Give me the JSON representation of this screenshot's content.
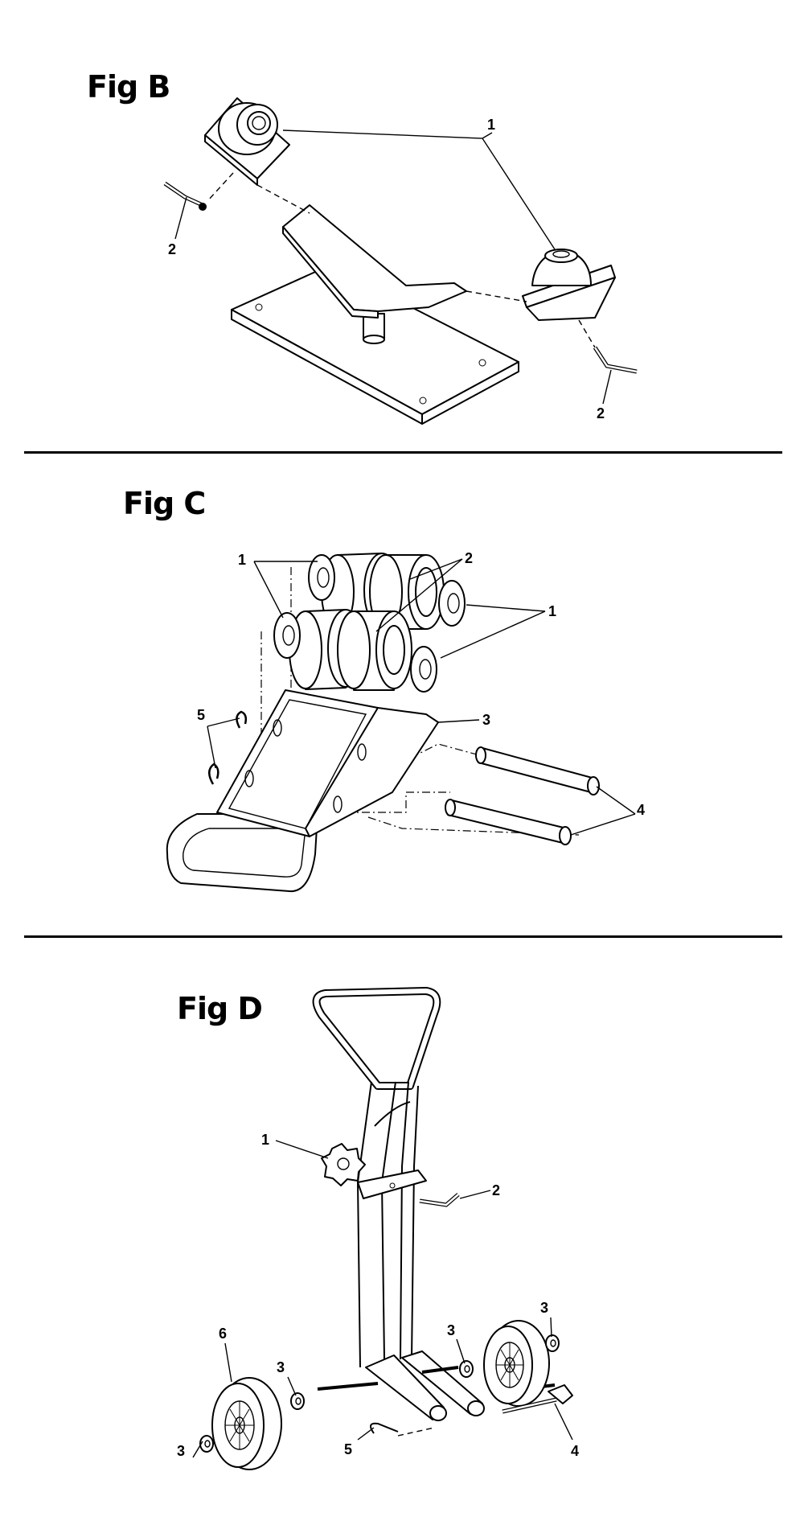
{
  "figures": [
    {
      "title": "Fig B",
      "callouts": [
        "1",
        "2",
        "2"
      ]
    },
    {
      "title": "Fig C",
      "callouts": [
        "1",
        "1",
        "2",
        "3",
        "4",
        "5"
      ]
    },
    {
      "title": "Fig D",
      "callouts": [
        "1",
        "2",
        "3",
        "3",
        "3",
        "3",
        "4",
        "5",
        "6"
      ]
    }
  ]
}
